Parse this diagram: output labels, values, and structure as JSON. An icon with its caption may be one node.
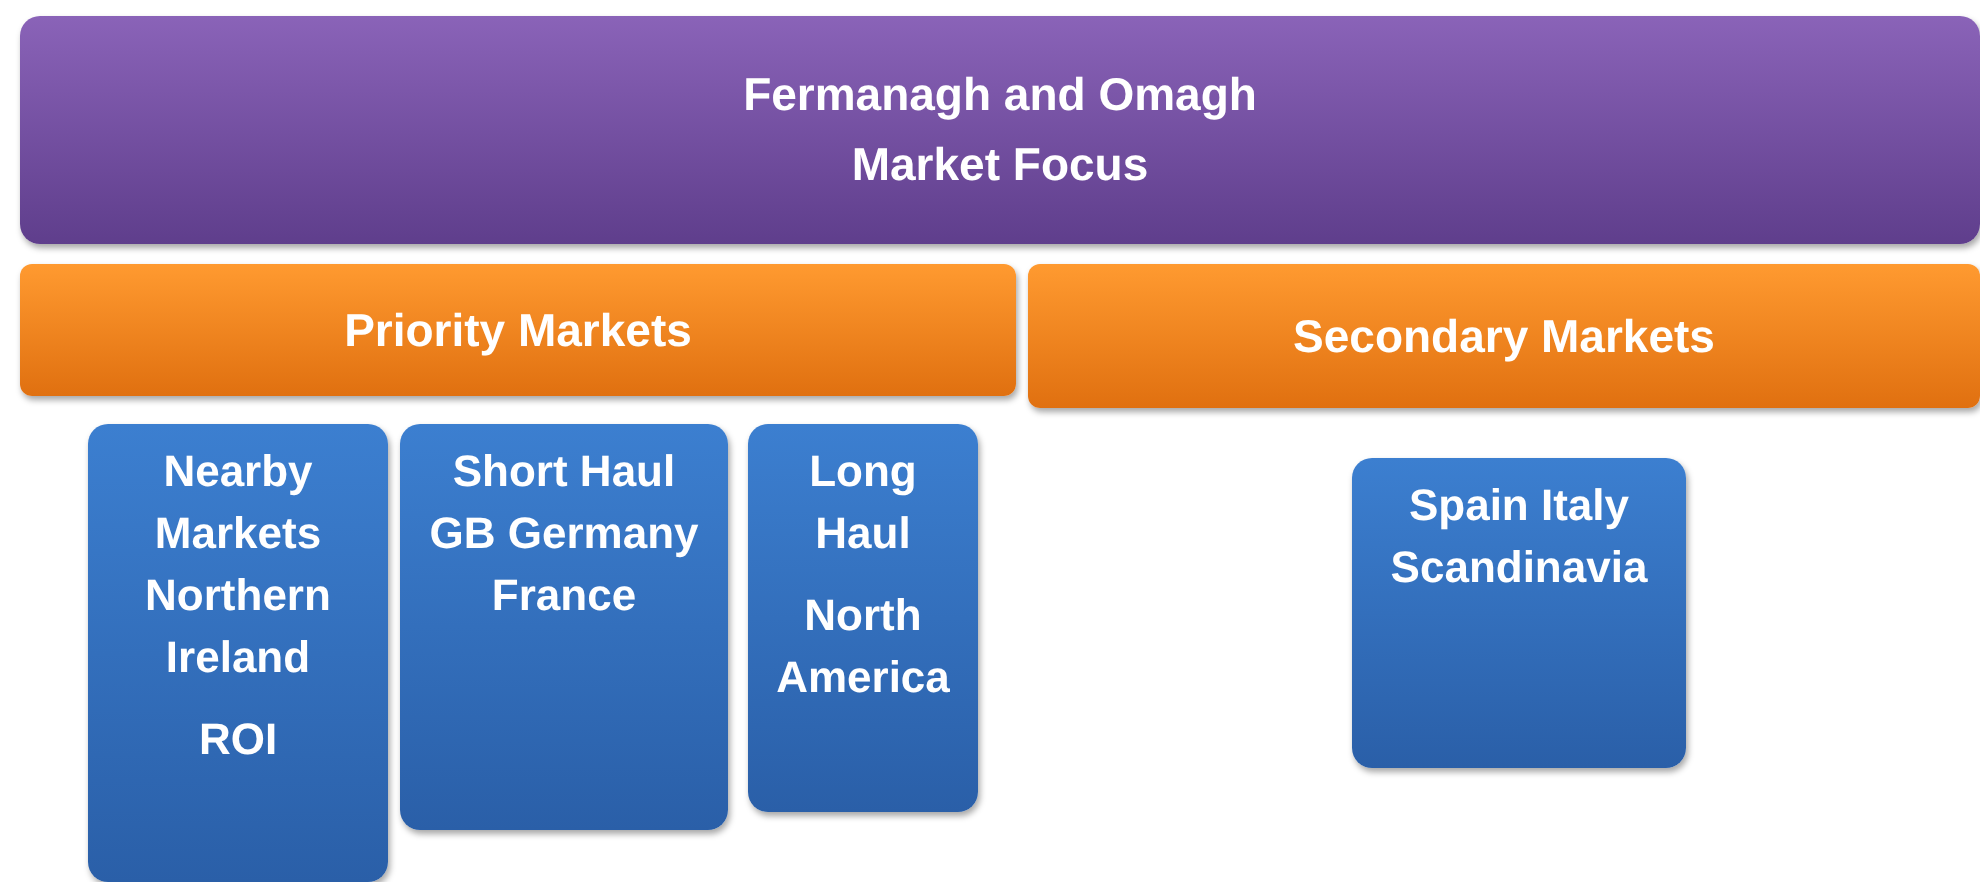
{
  "diagram": {
    "nodes": [
      {
        "text": [
          "Fermanagh and Omagh Market Focus"
        ]
      },
      {
        "text": [
          "Priority Markets"
        ]
      },
      {
        "text": [
          "Secondary Markets"
        ]
      },
      {
        "text": [
          "Nearby Markets Northern Ireland",
          "ROI"
        ]
      },
      {
        "text": [
          "Short Haul GB Germany France"
        ]
      },
      {
        "text": [
          "Long Haul",
          "North America"
        ]
      },
      {
        "text": [
          "Spain Italy Scandinavia"
        ]
      }
    ]
  }
}
